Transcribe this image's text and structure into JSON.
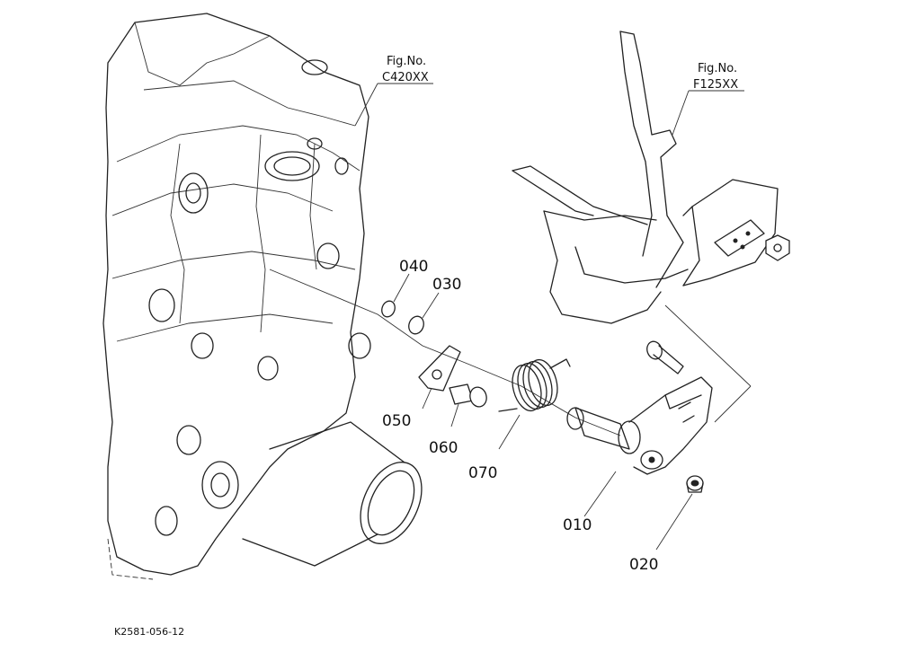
{
  "figure_refs": [
    {
      "line1": "Fig.No.",
      "line2": "C420XX"
    },
    {
      "line1": "Fig.No.",
      "line2": "F125XX"
    }
  ],
  "callouts": [
    "040",
    "030",
    "050",
    "060",
    "070",
    "010",
    "020"
  ],
  "drawing_code": "K2581-056-12"
}
